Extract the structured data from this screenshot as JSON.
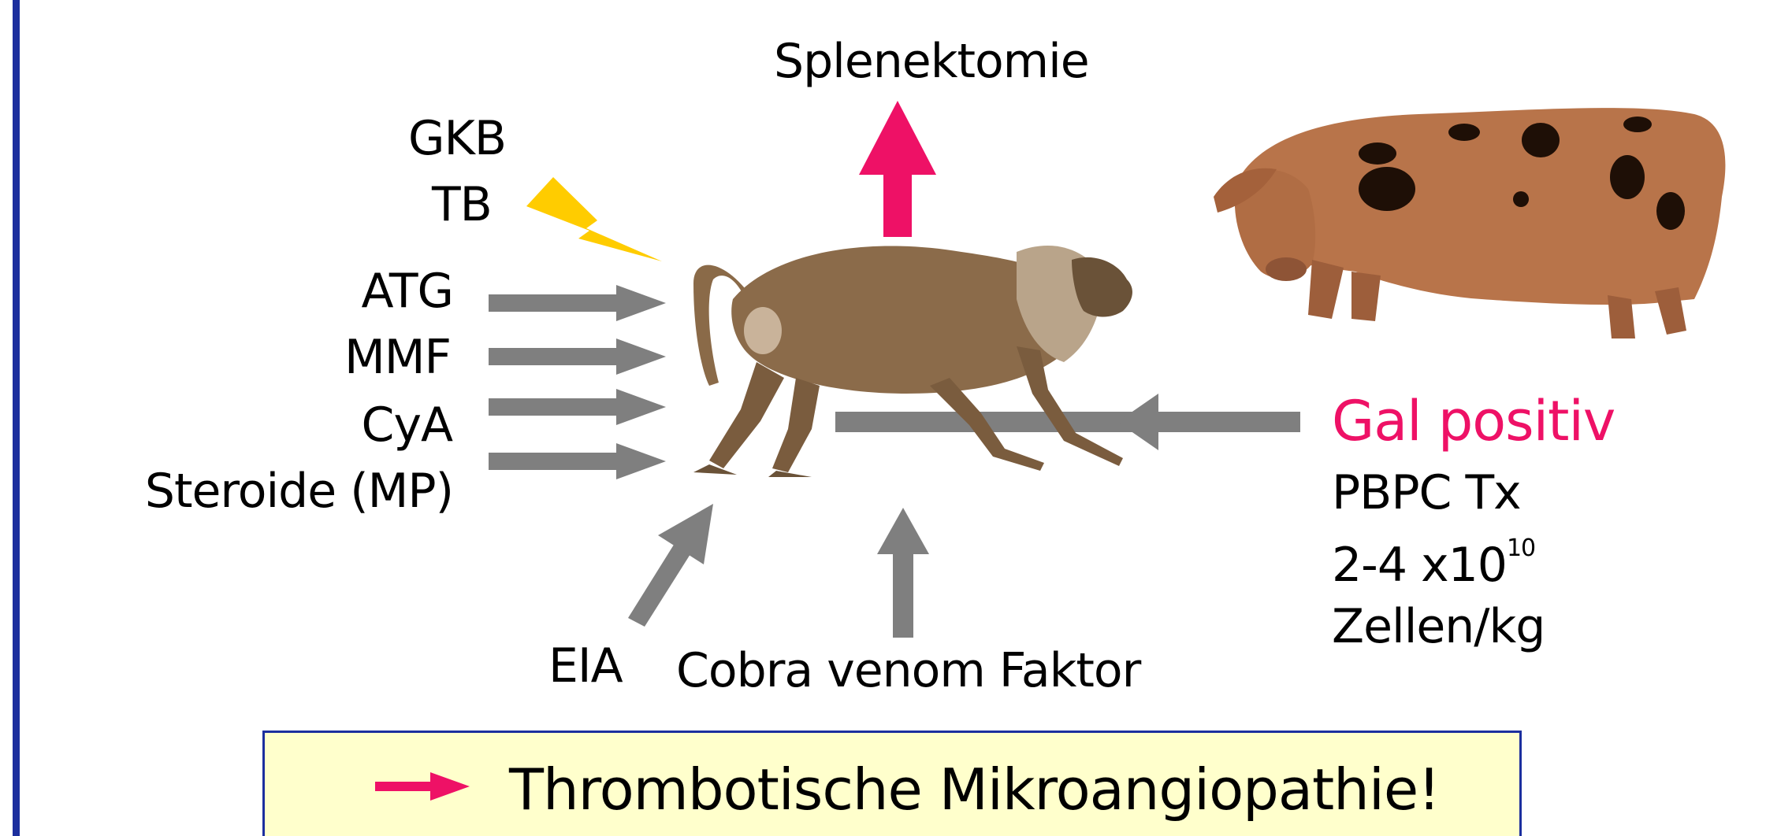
{
  "colors": {
    "frame_bar": "#1c2f9e",
    "arrow_gray": "#7f7f7f",
    "highlight_pink": "#ee1166",
    "lightning_yellow": "#ffcc00",
    "box_bg": "#ffffcc"
  },
  "top": {
    "splenektomie": "Splenektomie"
  },
  "irradiation": {
    "gkb": "GKB",
    "tb": "TB"
  },
  "drugs": {
    "atg": "ATG",
    "mmf": "MMF",
    "cya": "CyA",
    "steroide": "Steroide (MP)"
  },
  "bottom": {
    "eia": "EIA",
    "cvf": "Cobra venom Faktor"
  },
  "right": {
    "gal": "Gal positiv",
    "pbpc": "PBPC  Tx",
    "dose_base": "2-4 x10",
    "dose_exp": "10",
    "unit": "Zellen/kg"
  },
  "conclusion": {
    "text": "Thrombotische Mikroangiopathie!"
  },
  "icons": [
    "lightning-icon",
    "baboon-illustration",
    "pig-illustration"
  ]
}
